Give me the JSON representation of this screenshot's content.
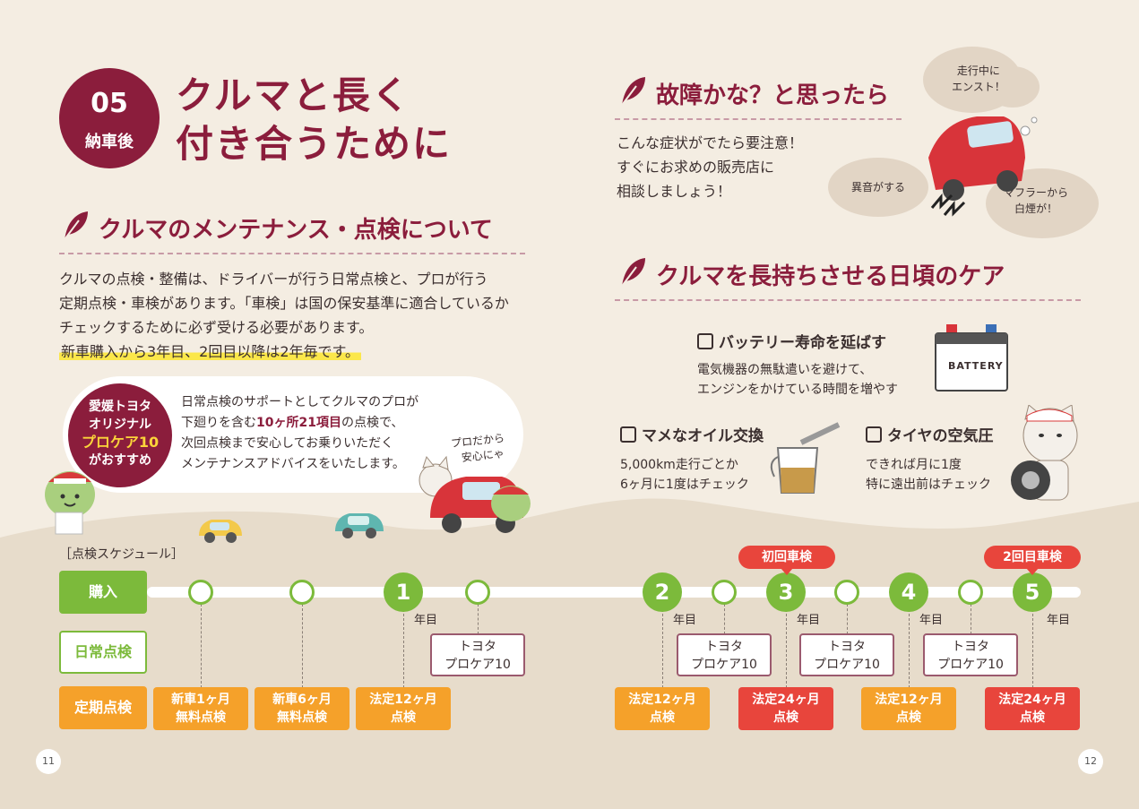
{
  "chapter": {
    "number": "05",
    "label": "納車後",
    "title_line1": "クルマと長く",
    "title_line2": "付き合うために"
  },
  "maintenance": {
    "title": "クルマのメンテナンス・点検について",
    "lines": [
      "クルマの点検・整備は、ドライバーが行う日常点検と、プロが行う",
      "定期点検・車検があります。「車検」は国の保安基準に適合しているか",
      "チェックするために必ず受ける必要があります。"
    ],
    "highlight": "新車購入から3年目、2回目以降は2年毎です。"
  },
  "procare": {
    "circle_line1": "愛媛トヨタ",
    "circle_line2": "オリジナル",
    "circle_line3": "プロケア10",
    "circle_line4": "がおすすめ",
    "text_line1": "日常点検のサポートとしてクルマのプロが",
    "text_line2_a": "下廻りを含む",
    "text_line2_b": "10ヶ所21項目",
    "text_line2_c": "の点検で、",
    "text_line3": "次回点検まで安心してお乗りいただく",
    "text_line4": "メンテナンスアドバイスをいたします。",
    "speech_line1": "プロだから",
    "speech_line2": "安心にゃ"
  },
  "trouble": {
    "title": "故障かな？と思ったら",
    "lines": [
      "こんな症状がでたら要注意！",
      "すぐにお求めの販売店に",
      "相談しましょう！"
    ],
    "cloud1_line1": "走行中に",
    "cloud1_line2": "エンスト！",
    "cloud2": "異音がする",
    "cloud3_line1": "マフラーから",
    "cloud3_line2": "白煙が！"
  },
  "care": {
    "title": "クルマを長持ちさせる日頃のケア",
    "battery_title": "バッテリー寿命を延ばす",
    "battery_line1": "電気機器の無駄遣いを避けて、",
    "battery_line2": "エンジンをかけている時間を増やす",
    "battery_label": "BATTERY",
    "oil_title": "マメなオイル交換",
    "oil_line1": "5,000km走行ごとか",
    "oil_line2": "6ヶ月に1度はチェック",
    "tire_title": "タイヤの空気圧",
    "tire_line1": "できれば月に1度",
    "tire_line2": "特に遠出前はチェック"
  },
  "schedule": {
    "label": "［点検スケジュール］",
    "row_purchase": "購入",
    "row_daily": "日常点検",
    "row_periodic": "定期点検",
    "years": [
      "1",
      "2",
      "3",
      "4",
      "5"
    ],
    "year_suffix": "年目",
    "toyota_line1": "トヨタ",
    "toyota_line2": "プロケア10",
    "new1_line1": "新車1ヶ月",
    "new1_line2": "無料点検",
    "new6_line1": "新車6ヶ月",
    "new6_line2": "無料点検",
    "legal12_line1": "法定12ヶ月",
    "legal24_line1": "法定24ヶ月",
    "inspect_line2": "点検",
    "first_shaken": "初回車検",
    "second_shaken": "2回目車検"
  },
  "pages": {
    "left": "11",
    "right": "12"
  },
  "colors": {
    "maroon": "#8b1d3c",
    "green": "#7cba3b",
    "orange": "#f5a12a",
    "red": "#e8453c",
    "background": "#f4ede2"
  }
}
